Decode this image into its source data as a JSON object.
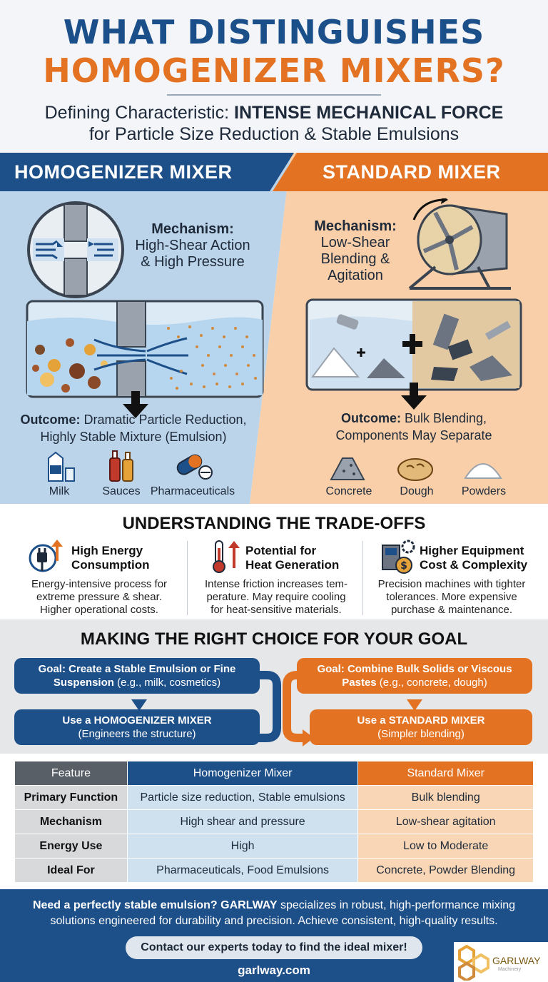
{
  "header": {
    "title_line1": "WHAT DISTINGUISHES",
    "title_line2": "HOMOGENIZER MIXERS?",
    "subtitle_prefix": "Defining Characteristic: ",
    "subtitle_bold": "INTENSE MECHANICAL FORCE",
    "subtitle_line2": "for Particle Size Reduction & Stable Emulsions"
  },
  "comparison": {
    "left": {
      "title": "HOMOGENIZER MIXER",
      "mechanism_label": "Mechanism:",
      "mechanism_line1": "High-Shear Action",
      "mechanism_line2": "& High Pressure",
      "outcome_label": "Outcome:",
      "outcome_line1": " Dramatic Particle Reduction,",
      "outcome_line2": "Highly Stable Mixture (Emulsion)",
      "products": [
        "Milk",
        "Sauces",
        "Pharmaceuticals"
      ]
    },
    "right": {
      "title": "STANDARD MIXER",
      "mechanism_label": "Mechanism:",
      "mechanism_line1": "Low-Shear",
      "mechanism_line2": "Blending &",
      "mechanism_line3": "Agitation",
      "outcome_label": "Outcome:",
      "outcome_line1": " Bulk Blending,",
      "outcome_line2": "Components May Separate",
      "products": [
        "Concrete",
        "Dough",
        "Powders"
      ]
    },
    "colors": {
      "blue": "#1d4f89",
      "orange": "#e37323",
      "light_blue": "#bcd4e9",
      "light_orange": "#f8cfa8"
    }
  },
  "tradeoffs": {
    "title": "UNDERSTANDING THE TRADE-OFFS",
    "items": [
      {
        "icon": "energy-plug-icon",
        "head1": "High Energy",
        "head2": "Consumption",
        "body1": "Energy-intensive process for",
        "body2": "extreme pressure & shear.",
        "body3": "Higher operational costs."
      },
      {
        "icon": "thermometer-icon",
        "head1": "Potential for",
        "head2": "Heat Generation",
        "body1": "Intense friction increases tem-",
        "body2": "perature. May require cooling",
        "body3": "for heat-sensitive materials."
      },
      {
        "icon": "machine-cost-icon",
        "head1": "Higher Equipment",
        "head2": "Cost & Complexity",
        "body1": "Precision machines with tighter",
        "body2": "tolerances. More expensive",
        "body3": "purchase & maintenance."
      }
    ]
  },
  "choice": {
    "title": "MAKING THE RIGHT CHOICE FOR YOUR GOAL",
    "left_goal_bold": "Goal: Create a Stable Emulsion or Fine",
    "left_goal_bold2": "Suspension",
    "left_goal_rest": " (e.g., milk, cosmetics)",
    "left_use_bold": "Use a HOMOGENIZER MIXER",
    "left_use_rest": "(Engineers the structure)",
    "right_goal_bold": "Goal: Combine Bulk Solids or Viscous",
    "right_goal_bold2": "Pastes",
    "right_goal_rest": " (e.g., concrete, dough)",
    "right_use_bold": "Use a STANDARD MIXER",
    "right_use_rest": "(Simpler blending)"
  },
  "table": {
    "headers": [
      "Feature",
      "Homogenizer Mixer",
      "Standard Mixer"
    ],
    "rows": [
      [
        "Primary Function",
        "Particle size reduction, Stable emulsions",
        "Bulk blending"
      ],
      [
        "Mechanism",
        "High shear and pressure",
        "Low-shear agitation"
      ],
      [
        "Energy Use",
        "High",
        "Low to Moderate"
      ],
      [
        "Ideal For",
        "Pharmaceuticals, Food Emulsions",
        "Concrete, Powder Blending"
      ]
    ]
  },
  "footer": {
    "line1_bold": "Need a perfectly stable emulsion? GARLWAY",
    "line1_rest": " specializes in robust, high-performance mixing",
    "line2": "solutions engineered for durability and precision. Achieve consistent, high-quality results.",
    "cta": "Contact our experts today to find the ideal mixer!",
    "url": "garlway.com",
    "logo_text": "GARLWAY",
    "logo_sub": "Machinery"
  }
}
